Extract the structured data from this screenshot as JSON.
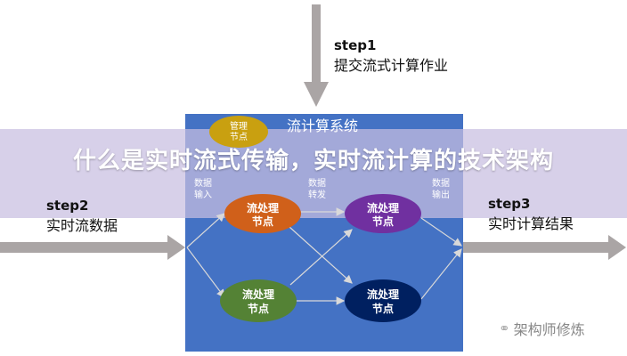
{
  "title": "什么是实时流式传输，实时流计算的技术架构",
  "steps": [
    {
      "label": "step1",
      "text": "提交流式计算作业"
    },
    {
      "label": "step2",
      "text": "实时流数据"
    },
    {
      "label": "step3",
      "text": "实时计算结果"
    }
  ],
  "system": {
    "title": "流计算系统",
    "manage_node": [
      "管理",
      "节点"
    ],
    "stream_node": [
      "流处理",
      "节点"
    ],
    "labels": {
      "input": [
        "数据",
        "输入"
      ],
      "forward": [
        "数据",
        "转发"
      ],
      "output": [
        "数据",
        "输出"
      ]
    }
  },
  "watermark": "架构师修炼",
  "colors": {
    "box": "#4472c4",
    "manage": "#c9a010",
    "orange": "#d0601a",
    "purple": "#7030a0",
    "green": "#548235",
    "navy": "#002060",
    "arrow": "#aaa5a5"
  }
}
